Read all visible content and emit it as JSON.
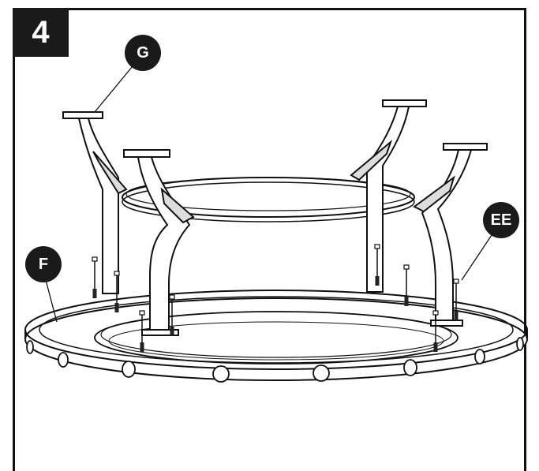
{
  "step": {
    "number": "4"
  },
  "callouts": {
    "g": "G",
    "ee": "EE",
    "f": "F"
  }
}
